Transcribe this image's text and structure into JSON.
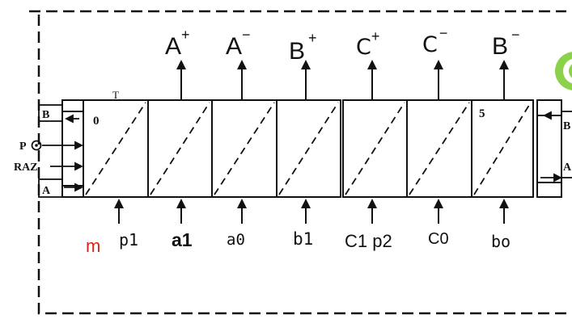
{
  "diagram": {
    "outputs": [
      {
        "letter": "A",
        "sign": "+"
      },
      {
        "letter": "A",
        "sign": "−"
      },
      {
        "letter": "B",
        "sign": "+"
      },
      {
        "letter": "C",
        "sign": "+"
      },
      {
        "letter": "C",
        "sign": "−"
      },
      {
        "letter": "B",
        "sign": "−"
      }
    ],
    "inputs": [
      {
        "label": "m",
        "color": "#e0201a"
      },
      {
        "label": "p1",
        "color": "#111111"
      },
      {
        "label": "a1",
        "color": "#111111",
        "bold": true
      },
      {
        "label": "a0",
        "color": "#111111"
      },
      {
        "label": "b1",
        "color": "#111111"
      },
      {
        "label": "C1 p2",
        "color": "#111111"
      },
      {
        "label": "C0",
        "color": "#111111"
      },
      {
        "label": "bo",
        "color": "#111111"
      }
    ],
    "left_ports": [
      "B",
      "P",
      "RAZ",
      "A"
    ],
    "right_ports": [
      "B",
      "A"
    ],
    "step_numbers": [
      "0",
      "5"
    ],
    "top_mark": "T"
  },
  "colors": {
    "ink": "#111111",
    "highlight": "#e0201a",
    "badge": "#8cd14a"
  }
}
